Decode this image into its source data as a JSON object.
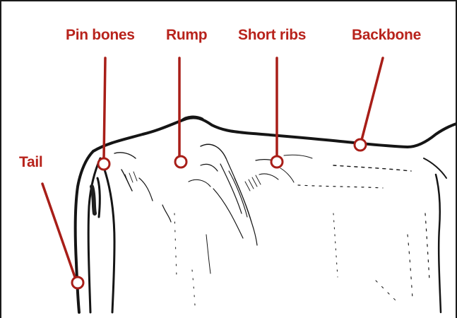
{
  "labels": {
    "pin_bones": "Pin bones",
    "rump": "Rump",
    "short_ribs": "Short ribs",
    "backbone": "Backbone",
    "tail": "Tail"
  },
  "colors": {
    "label": "#b8231c",
    "leader": "#a81e18",
    "outline": "#151515"
  }
}
